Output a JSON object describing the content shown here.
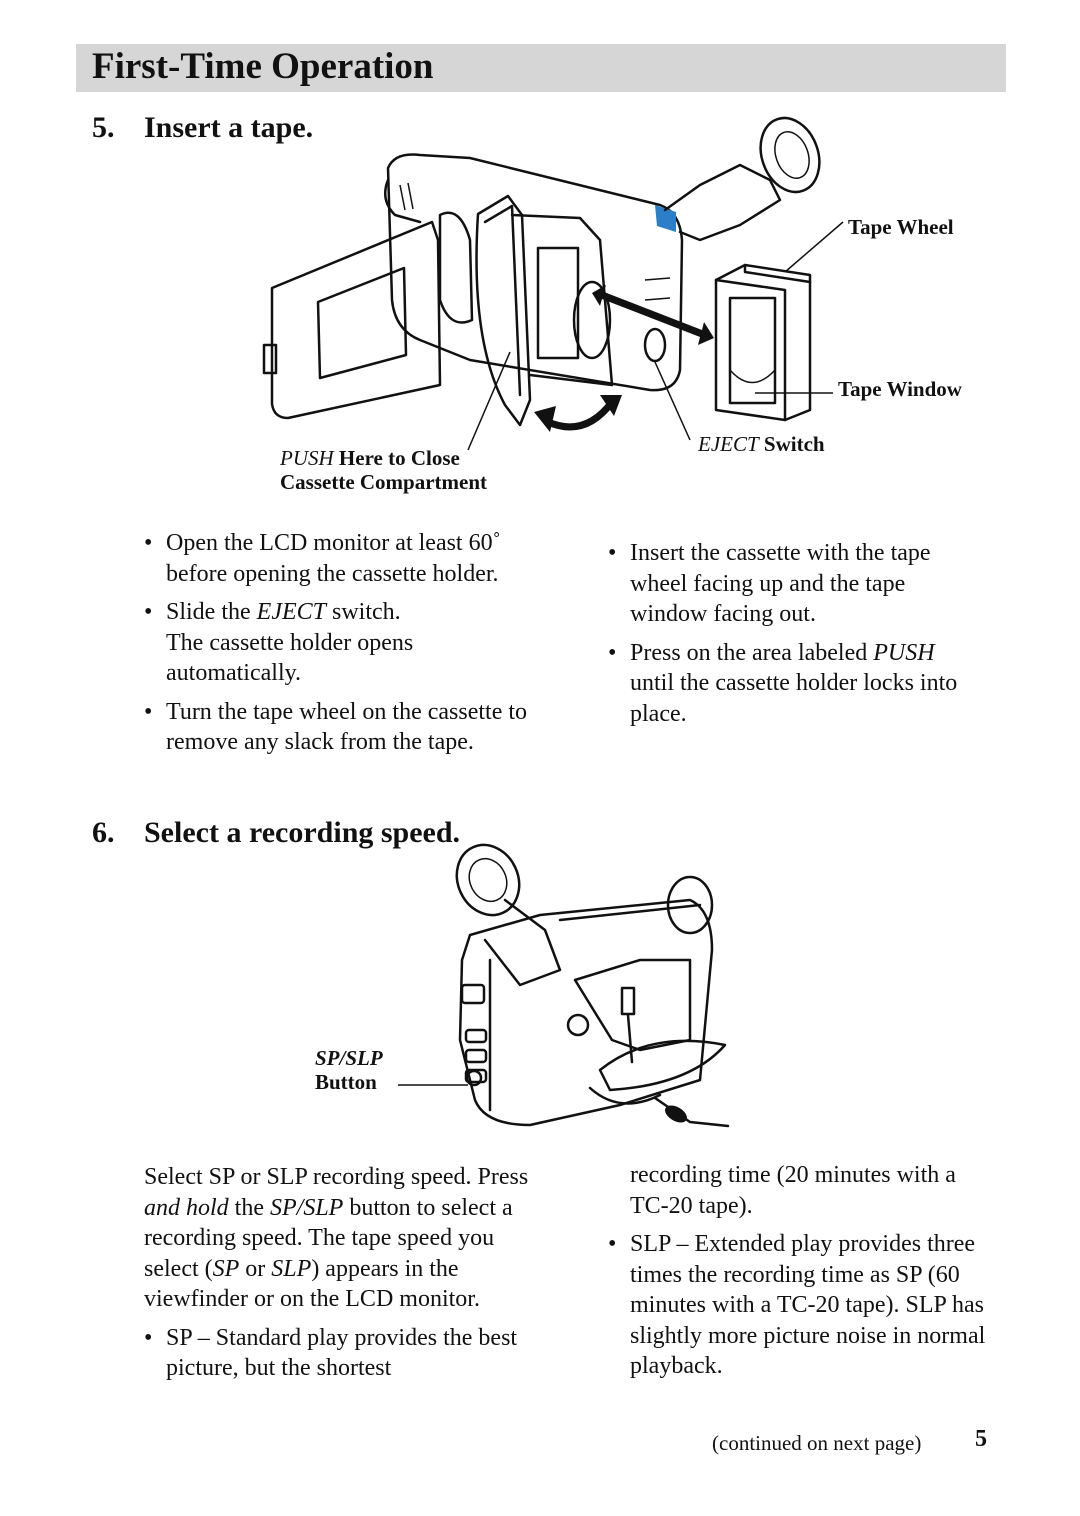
{
  "header": {
    "title": "First-Time Operation"
  },
  "step5": {
    "number": "5.",
    "title": "Insert a tape.",
    "labels": {
      "tape_wheel": "Tape Wheel",
      "tape_window": "Tape Window",
      "eject_italic": "EJECT",
      "eject_rest": " Switch",
      "push_italic": "PUSH",
      "push_rest": " Here to Close",
      "push_line2": "Cassette Compartment"
    },
    "left_bullets": {
      "b1": "Open the LCD monitor at least 60˚ before opening the cassette holder.",
      "b2_pre": "Slide the ",
      "b2_italic": "EJECT",
      "b2_post": "  switch.",
      "b2_line2": "The cassette holder opens automatically.",
      "b3": "Turn the tape wheel on the cassette to remove any slack from the tape."
    },
    "right_bullets": {
      "b1": "Insert the cassette with the tape wheel facing up and the tape window facing out.",
      "b2_pre": "Press on the area labeled ",
      "b2_italic": "PUSH",
      "b2_post": " until the cassette holder locks into place."
    }
  },
  "step6": {
    "number": "6.",
    "title": "Select a recording speed.",
    "labels": {
      "sp_slp": "SP/SLP",
      "button": "Button"
    },
    "left": {
      "p_pre": "Select SP or SLP recording speed. Press ",
      "p_i1": "and hold",
      "p_mid1": " the ",
      "p_i2": "SP/SLP",
      "p_mid2": " button to select a recording speed.  The tape speed you select (",
      "p_i3": "SP",
      "p_mid3": " or ",
      "p_i4": "SLP",
      "p_post": ") appears in the viewfinder or on the LCD monitor.",
      "bullet_sp": "SP – Standard play provides the best picture, but the shortest"
    },
    "right": {
      "cont": "recording time (20 minutes with a TC-20 tape).",
      "bullet_slp": "SLP – Extended play provides three times the recording time as SP (60 minutes with a TC-20 tape).  SLP has slightly more picture noise in normal playback."
    }
  },
  "footer": {
    "continued": "(continued on next page)",
    "page_number": "5"
  }
}
